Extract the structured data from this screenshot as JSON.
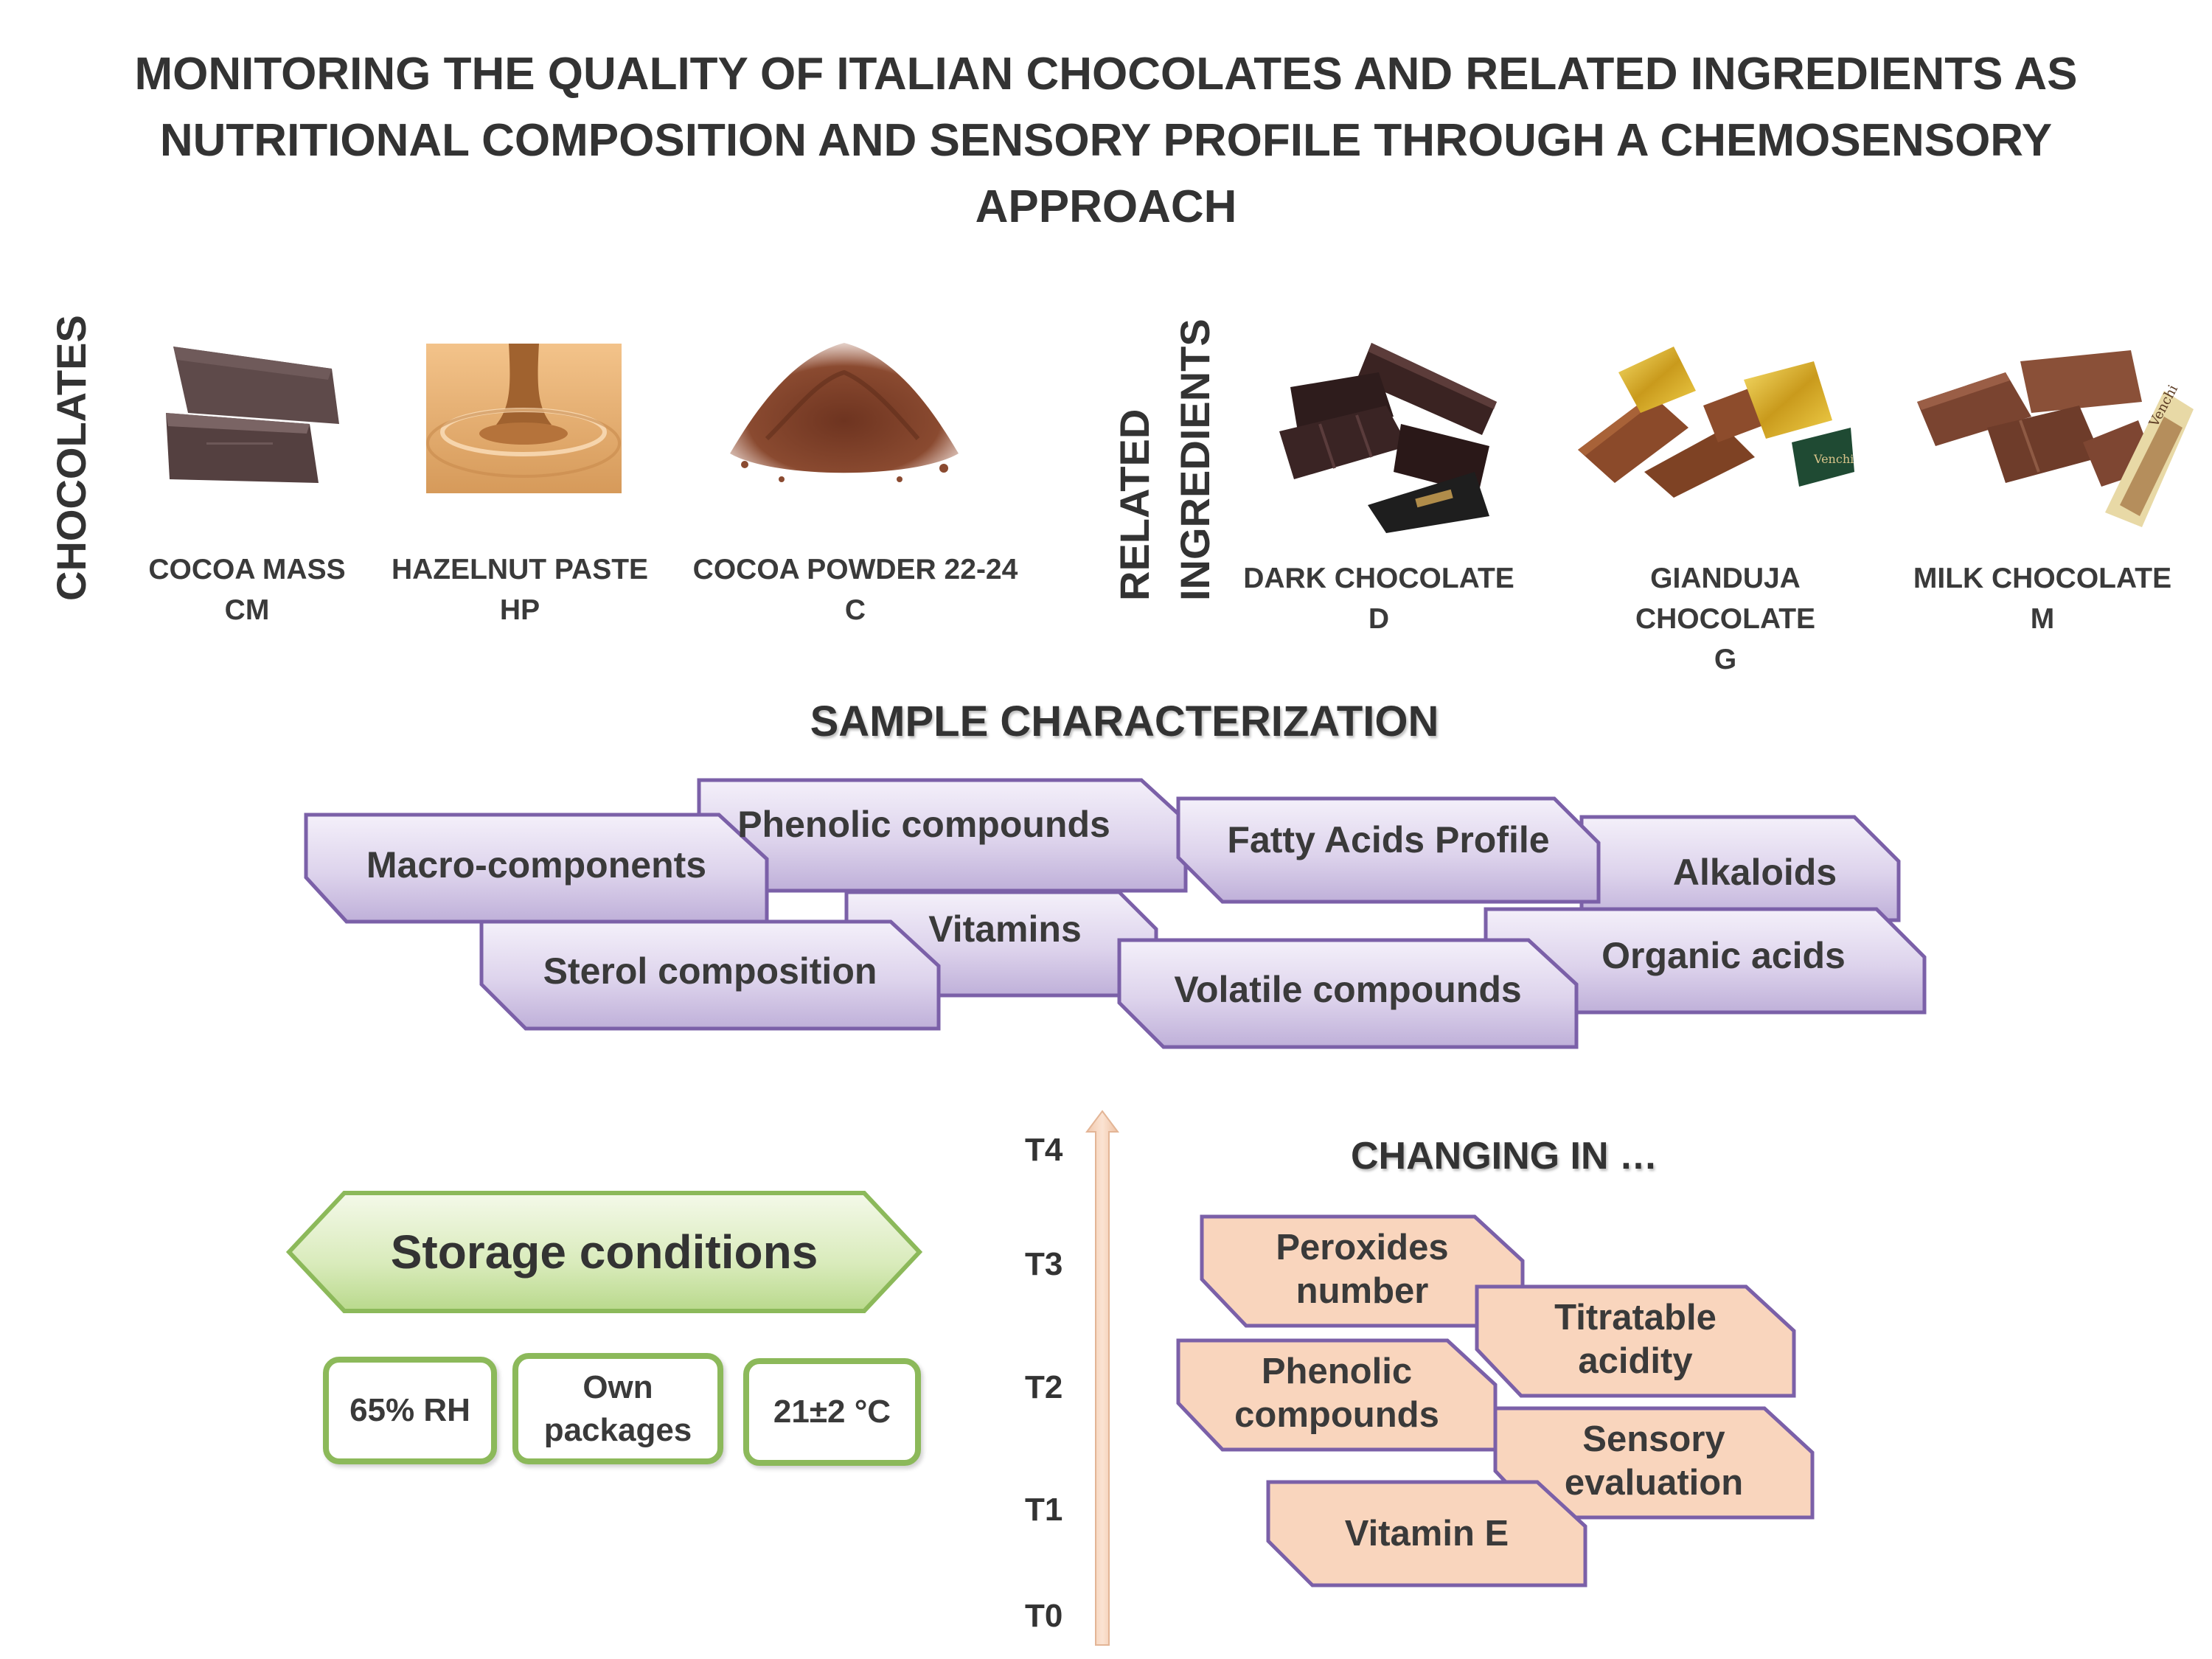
{
  "title": {
    "line1": "MONITORING THE QUALITY OF ITALIAN CHOCOLATES AND RELATED INGREDIENTS AS",
    "line2": "NUTRITIONAL COMPOSITION AND SENSORY PROFILE THROUGH A CHEMOSENSORY",
    "line3": "APPROACH"
  },
  "groups": {
    "left_label": "CHOCOLATES",
    "right_label_line1": "RELATED",
    "right_label_line2": "INGREDIENTS"
  },
  "samples": [
    {
      "line1": "COCOA MASS",
      "line2": "CM"
    },
    {
      "line1": "HAZELNUT PASTE",
      "line2": "HP"
    },
    {
      "line1": "COCOA POWDER 22-24",
      "line2": "C"
    },
    {
      "line1": "DARK CHOCOLATE",
      "line2": "D"
    },
    {
      "line1": "GIANDUJA",
      "line2": "CHOCOLATE",
      "line3": "G"
    },
    {
      "line1": "MILK CHOCOLATE",
      "line2": "M"
    }
  ],
  "characterization": {
    "title": "SAMPLE CHARACTERIZATION",
    "tags": [
      "Macro-components",
      "Phenolic compounds",
      "Fatty Acids Profile",
      "Alkaloids",
      "Vitamins",
      "Sterol composition",
      "Organic acids",
      "Volatile compounds"
    ]
  },
  "storage": {
    "title": "Storage conditions",
    "boxes": [
      {
        "line1": "65% RH"
      },
      {
        "line1": "Own",
        "line2": "packages"
      },
      {
        "line1": "21±2 °C"
      }
    ]
  },
  "timeline": {
    "labels": [
      "T4",
      "T3",
      "T2",
      "T1",
      "T0"
    ]
  },
  "changes": {
    "title": "CHANGING IN …",
    "tags": [
      {
        "line1": "Peroxides",
        "line2": "number"
      },
      {
        "line1": "Titratable",
        "line2": "acidity"
      },
      {
        "line1": "Phenolic",
        "line2": "compounds"
      },
      {
        "line1": "Sensory",
        "line2": "evaluation"
      },
      {
        "line1": "Vitamin E"
      }
    ]
  },
  "colors": {
    "purple_fill_top": "#f2eef8",
    "purple_fill_bottom": "#c4b6dc",
    "purple_stroke": "#7b60a8",
    "orange_fill": "#f9d5bd",
    "orange_stroke": "#7b60a8",
    "green_stroke": "#8cb95a",
    "arrow_fill": "#f6d5be"
  }
}
